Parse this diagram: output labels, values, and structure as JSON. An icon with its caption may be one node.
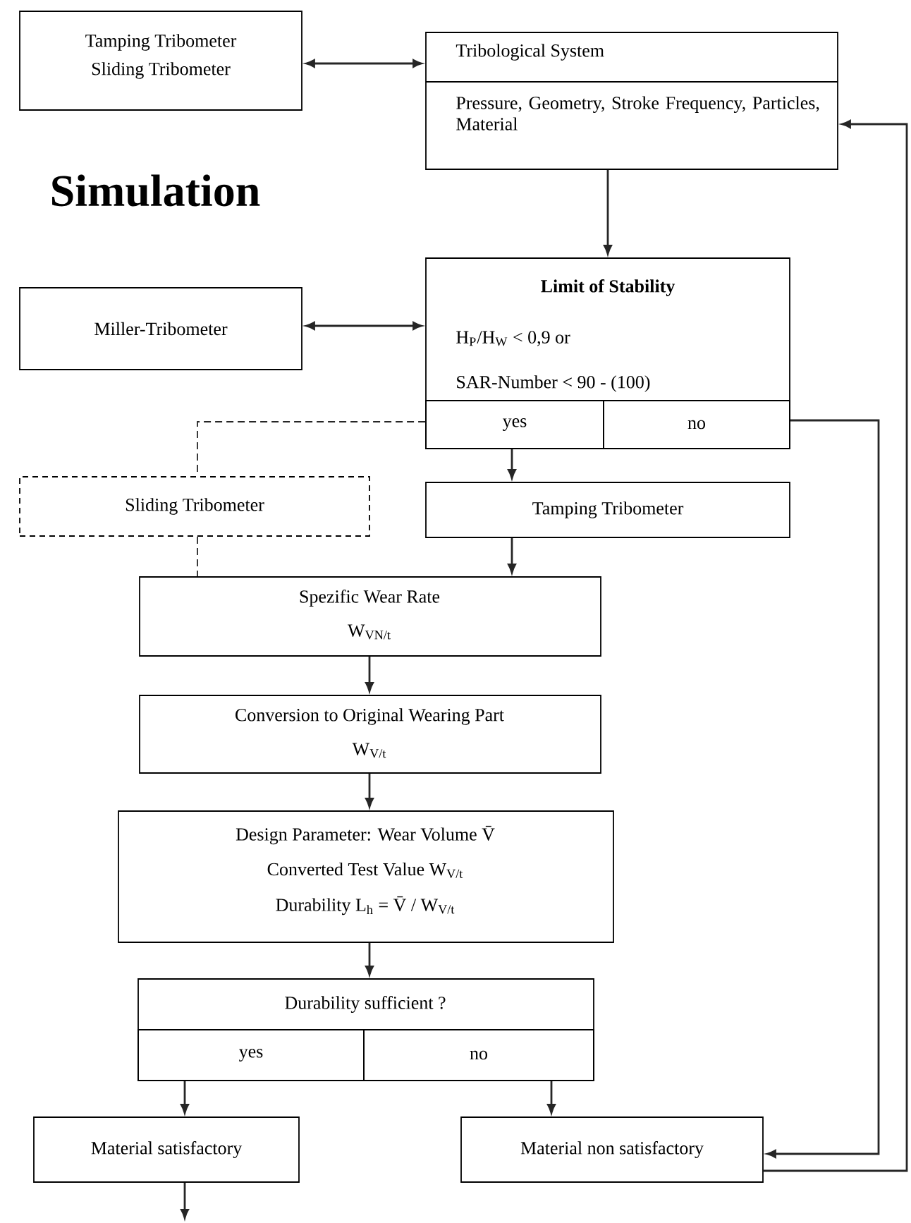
{
  "diagram": {
    "title": "Simulation",
    "nodes": [
      {
        "text": [
          "Tamping Tribometer",
          "Sliding Tribometer"
        ]
      },
      {
        "text": [
          "Tribological System",
          "Pressure, Geometry, Stroke Frequency, Particles, Material"
        ]
      },
      {
        "text": [
          "Miller-Tribometer"
        ]
      },
      {
        "text": [
          "Limit of Stability",
          "H$_{P}$/H$_{W}$ < 0,9 or",
          "SAR-Number < 90 - (100)"
        ]
      },
      {
        "text": [
          "yes"
        ],
        "in": 3
      },
      {
        "text": [
          "no"
        ],
        "in": 3
      },
      {
        "text": [
          "Sliding Tribometer"
        ]
      },
      {
        "text": [
          "Tamping Tribometer"
        ]
      },
      {
        "text": [
          "Spezific Wear Rate",
          "W$_{VN/t}$"
        ]
      },
      {
        "text": [
          "Conversion to Original Wearing Part",
          "W$_{V/t}$"
        ]
      },
      {
        "text": [
          "Design Parameter: Wear Volume V̄",
          "Converted Test Value W$_{V/t}$",
          "Durability L$_{h}$ = V̄ / W$_{V/t}$"
        ]
      },
      {
        "text": [
          "Durability sufficient ?"
        ]
      },
      {
        "text": [
          "yes"
        ],
        "in": 11
      },
      {
        "text": [
          "no"
        ],
        "in": 11
      },
      {
        "text": [
          "Material satisfactory"
        ]
      },
      {
        "text": [
          "Material non satisfactory"
        ]
      }
    ],
    "edges": [
      {
        "from": 0,
        "to": 1,
        "arrow": "both"
      },
      {
        "from": 1,
        "to": 3,
        "arrow": "to"
      },
      {
        "from": 2,
        "to": 3,
        "arrow": "both"
      },
      {
        "from": 4,
        "to": 7,
        "arrow": "to"
      },
      {
        "from": 4,
        "to": 6,
        "arrow": "none",
        "style": "dashed"
      },
      {
        "from": 6,
        "to": 8,
        "arrow": "none",
        "style": "dashed"
      },
      {
        "from": 7,
        "to": 8,
        "arrow": "to"
      },
      {
        "from": 8,
        "to": 9,
        "arrow": "to"
      },
      {
        "from": 9,
        "to": 10,
        "arrow": "to"
      },
      {
        "from": 10,
        "to": 11,
        "arrow": "to"
      },
      {
        "from": 12,
        "to": 14,
        "arrow": "to"
      },
      {
        "from": 13,
        "to": 15,
        "arrow": "to"
      },
      {
        "from": 5,
        "to": 15,
        "arrow": "to"
      },
      {
        "from": 15,
        "to": 1,
        "arrow": "to"
      },
      {
        "from": 14,
        "to": null,
        "arrow": "to"
      }
    ]
  }
}
